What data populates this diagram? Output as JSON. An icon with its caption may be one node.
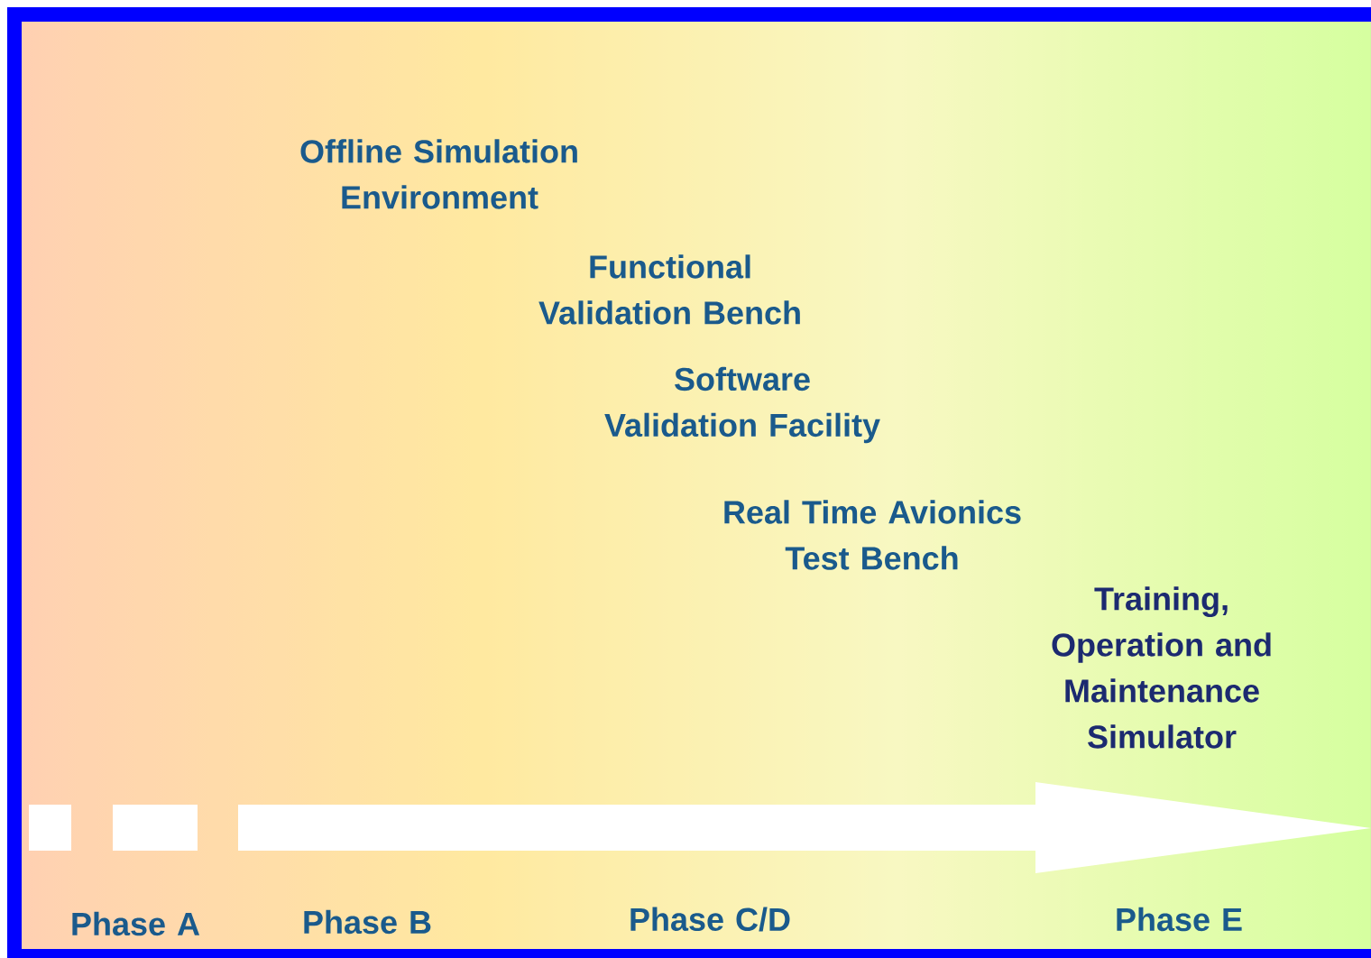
{
  "diagram": {
    "labels": [
      "Offline Simulation Environment",
      "Functional Validation Bench",
      "Software Validation Facility",
      "Real Time Avionics Test Bench",
      "Training, Operation and Maintenance Simulator",
      "Phase A",
      "Phase B",
      "Phase C/D",
      "Phase E"
    ]
  }
}
